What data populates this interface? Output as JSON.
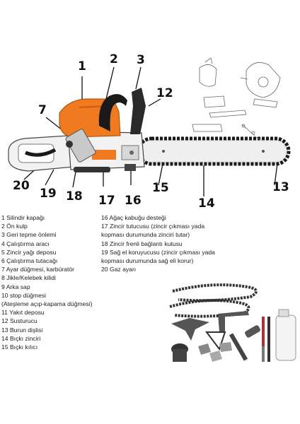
{
  "callouts": [
    "1",
    "2",
    "3",
    "12",
    "7",
    "20",
    "19",
    "18",
    "17",
    "16",
    "15",
    "14",
    "13"
  ],
  "legend_left": [
    "1 Silindir kapağı",
    "2 Ön kulp",
    "3 Geri tepme önlemi",
    "4 Çalıştırma aracı",
    "5 Zincir yağı deposu",
    "6 Çalıştırma tutacağı",
    "7 Ayar düğmesi, karbüratör",
    "8 Jikle/Kelebek kilidi",
    "9 Arka sap",
    "10 stop düğmesi",
    "(Ateşleme açıp-kapama düğmesi)",
    "11 Yakıt deposu",
    "12 Susturucu",
    "13 Burun dişlisi",
    "14 Bıçkı zinciri",
    "15 Bıçkı kılıcı"
  ],
  "legend_right": [
    "16 Ağaç kabuğu desteği",
    "17 Zincir tutucusu (zincir çıkması yada",
    "kopması durumunda zinciri tutar)",
    "18 Zincir frenli bağlantı kutusu",
    "19 Sağ el koruyucusu (zincir çıkması yada",
    "kopması durumunda sağ eli korur)",
    "20 Gaz ayarı"
  ],
  "colors": {
    "body_orange": "#f07a1f",
    "body_white": "#f2f2f2",
    "dark": "#1a1a1a",
    "bar": "#e6e6e6"
  }
}
